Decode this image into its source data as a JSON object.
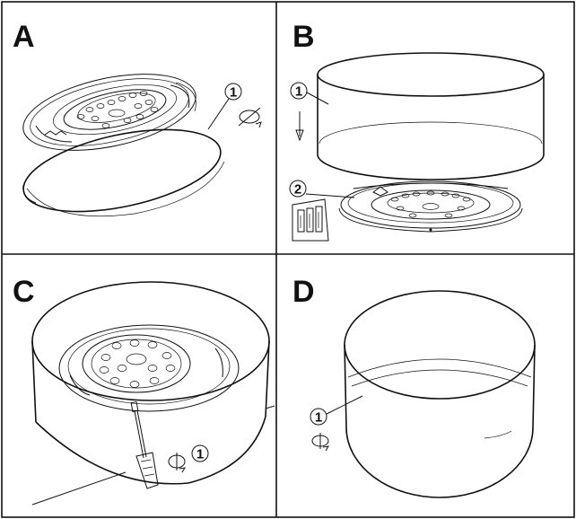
{
  "panels": [
    {
      "letter": "A",
      "callouts": [
        "1"
      ]
    },
    {
      "letter": "B",
      "callouts": [
        "1",
        "2"
      ]
    },
    {
      "letter": "C",
      "callouts": [
        "1"
      ]
    },
    {
      "letter": "D",
      "callouts": [
        "1"
      ]
    }
  ],
  "colors": {
    "line": "#111111",
    "background": "#ffffff"
  }
}
